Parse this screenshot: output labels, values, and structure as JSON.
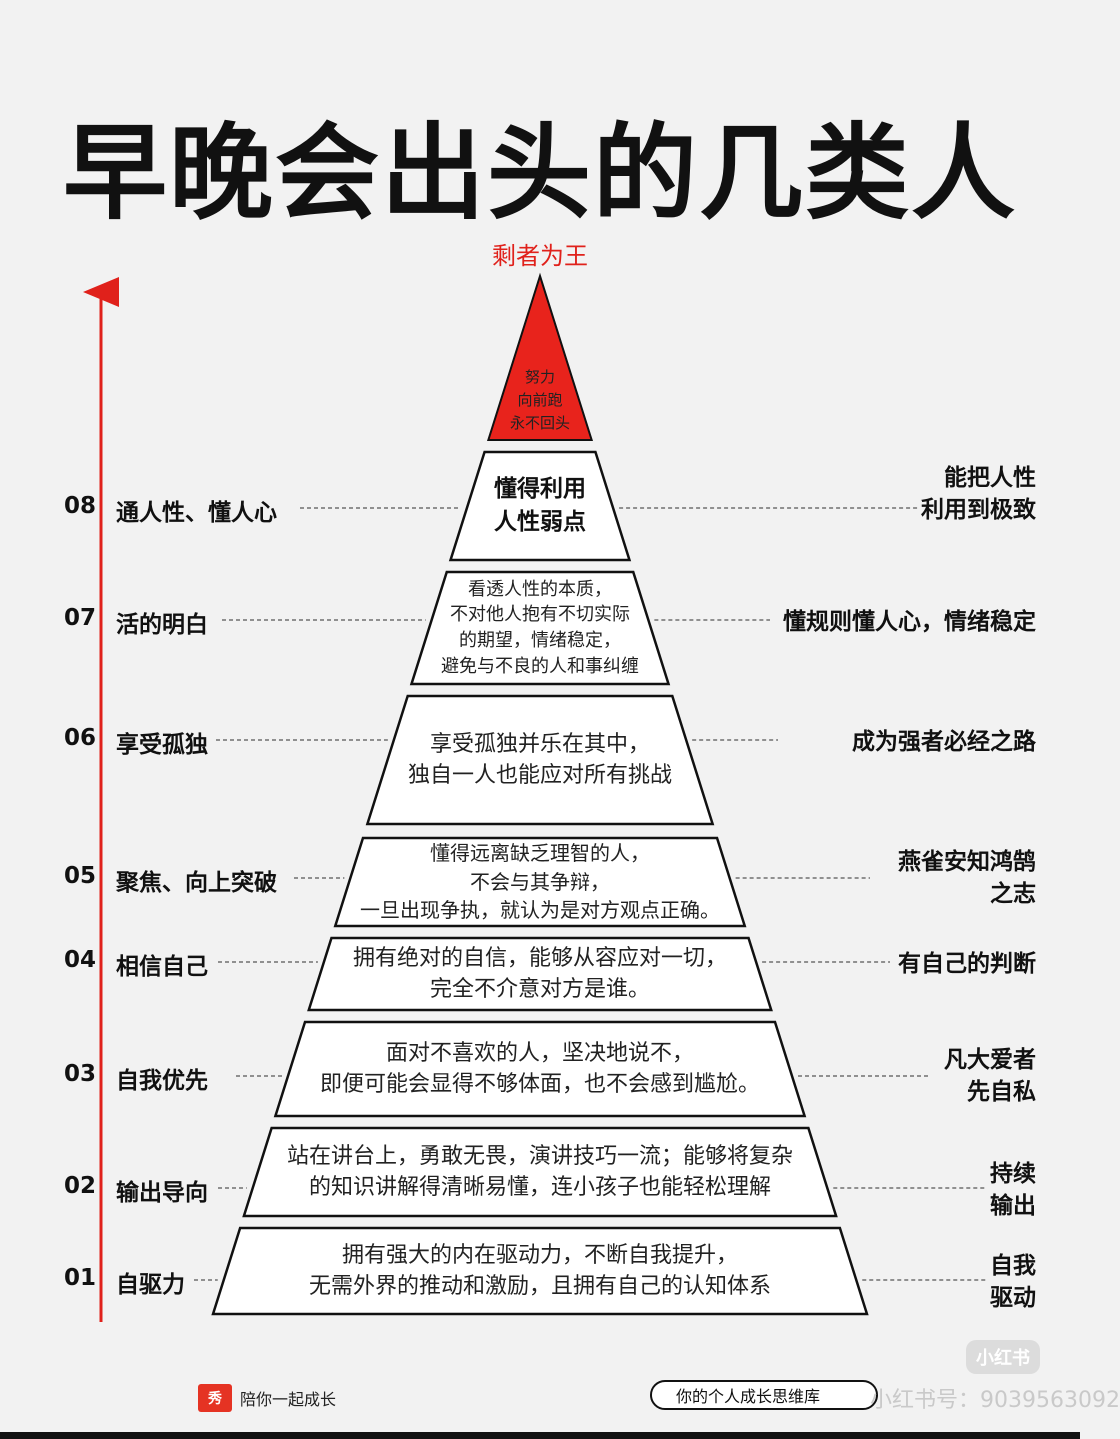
{
  "title": "早晚会出头的几类人",
  "top_label": "剩者为王",
  "apex": {
    "lines": [
      "努力",
      "向前跑",
      "永不回头"
    ],
    "color": "#e8231c"
  },
  "accent_color": "#e0211b",
  "levels": [
    {
      "num": "08",
      "name": "通人性、懂人心",
      "desc": [
        "懂得利用",
        "人性弱点"
      ],
      "right": [
        "能把人性",
        "利用到极致"
      ]
    },
    {
      "num": "07",
      "name": "活的明白",
      "desc": [
        "看透人性的本质，",
        "不对他人抱有不切实际",
        "的期望，情绪稳定，",
        "避免与不良的人和事纠缠"
      ],
      "right": [
        "懂规则懂人心，情绪稳定"
      ]
    },
    {
      "num": "06",
      "name": "享受孤独",
      "desc": [
        "享受孤独并乐在其中，",
        "独自一人也能应对所有挑战"
      ],
      "right": [
        "成为强者必经之路"
      ]
    },
    {
      "num": "05",
      "name": "聚焦、向上突破",
      "desc": [
        "懂得远离缺乏理智的人，",
        "不会与其争辩，",
        "一旦出现争执，就认为是对方观点正确。"
      ],
      "right": [
        "燕雀安知鸿鹄",
        "之志"
      ]
    },
    {
      "num": "04",
      "name": "相信自己",
      "desc": [
        "拥有绝对的自信，能够从容应对一切，",
        "完全不介意对方是谁。"
      ],
      "right": [
        "有自己的判断"
      ]
    },
    {
      "num": "03",
      "name": "自我优先",
      "desc": [
        "面对不喜欢的人，坚决地说不，",
        "即便可能会显得不够体面，也不会感到尴尬。"
      ],
      "right": [
        "凡大爱者",
        "先自私"
      ]
    },
    {
      "num": "02",
      "name": "输出导向",
      "desc": [
        "站在讲台上，勇敢无畏，演讲技巧一流；能够将复杂",
        "的知识讲解得清晰易懂，连小孩子也能轻松理解"
      ],
      "right": [
        "持续",
        "输出"
      ]
    },
    {
      "num": "01",
      "name": "自驱力",
      "desc": [
        "拥有强大的内在驱动力，不断自我提升，",
        "无需外界的推动和激励，且拥有自己的认知体系"
      ],
      "right": [
        "自我",
        "驱动"
      ]
    }
  ],
  "footer": {
    "left_text": "陪你一起成长",
    "logo_text": "秀",
    "pill_text": "你的个人成长思维库",
    "watermark": "小红书号：9039563092",
    "watermark_logo": "小红书"
  }
}
